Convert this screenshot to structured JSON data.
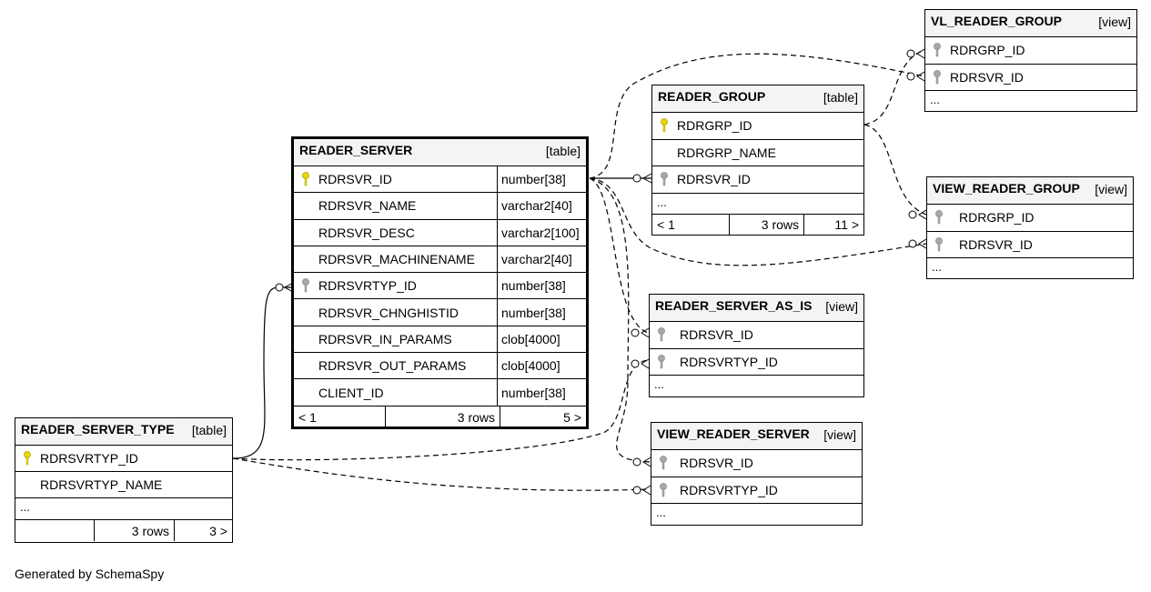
{
  "footer": "Generated by SchemaSpy",
  "tables": {
    "reader_server": {
      "name": "READER_SERVER",
      "kind": "[table]",
      "columns": [
        {
          "name": "RDRSVR_ID",
          "type": "number[38]",
          "key": "primary"
        },
        {
          "name": "RDRSVR_NAME",
          "type": "varchar2[40]",
          "key": "none"
        },
        {
          "name": "RDRSVR_DESC",
          "type": "varchar2[100]",
          "key": "none"
        },
        {
          "name": "RDRSVR_MACHINENAME",
          "type": "varchar2[40]",
          "key": "none"
        },
        {
          "name": "RDRSVRTYP_ID",
          "type": "number[38]",
          "key": "foreign"
        },
        {
          "name": "RDRSVR_CHNGHISTID",
          "type": "number[38]",
          "key": "none"
        },
        {
          "name": "RDRSVR_IN_PARAMS",
          "type": "clob[4000]",
          "key": "none"
        },
        {
          "name": "RDRSVR_OUT_PARAMS",
          "type": "clob[4000]",
          "key": "none"
        },
        {
          "name": "CLIENT_ID",
          "type": "number[38]",
          "key": "none"
        }
      ],
      "footer": {
        "left": "< 1",
        "mid": "3 rows",
        "right": "5 >"
      }
    },
    "reader_server_type": {
      "name": "READER_SERVER_TYPE",
      "kind": "[table]",
      "columns": [
        {
          "name": "RDRSVRTYP_ID",
          "key": "primary"
        },
        {
          "name": "RDRSVRTYP_NAME",
          "key": "none"
        }
      ],
      "ellipsis": "...",
      "footer": {
        "left": "",
        "mid": "3 rows",
        "right": "3 >"
      }
    },
    "reader_group": {
      "name": "READER_GROUP",
      "kind": "[table]",
      "columns": [
        {
          "name": "RDRGRP_ID",
          "key": "primary"
        },
        {
          "name": "RDRGRP_NAME",
          "key": "none"
        },
        {
          "name": "RDRSVR_ID",
          "key": "foreign"
        }
      ],
      "ellipsis": "...",
      "footer": {
        "left": "< 1",
        "mid": "3 rows",
        "right": "11 >"
      }
    },
    "vl_reader_group": {
      "name": "VL_READER_GROUP",
      "kind": "[view]",
      "columns": [
        {
          "name": "RDRGRP_ID",
          "key": "foreign"
        },
        {
          "name": "RDRSVR_ID",
          "key": "foreign"
        }
      ],
      "ellipsis": "..."
    },
    "view_reader_group": {
      "name": "VIEW_READER_GROUP",
      "kind": "[view]",
      "columns": [
        {
          "name": "RDRGRP_ID",
          "key": "foreign"
        },
        {
          "name": "RDRSVR_ID",
          "key": "foreign"
        }
      ],
      "ellipsis": "..."
    },
    "reader_server_as_is": {
      "name": "READER_SERVER_AS_IS",
      "kind": "[view]",
      "columns": [
        {
          "name": "RDRSVR_ID",
          "key": "foreign"
        },
        {
          "name": "RDRSVRTYP_ID",
          "key": "foreign"
        }
      ],
      "ellipsis": "..."
    },
    "view_reader_server": {
      "name": "VIEW_READER_SERVER",
      "kind": "[view]",
      "columns": [
        {
          "name": "RDRSVR_ID",
          "key": "foreign"
        },
        {
          "name": "RDRSVRTYP_ID",
          "key": "foreign"
        }
      ],
      "ellipsis": "..."
    }
  },
  "colors": {
    "primary_key": "#e8d800",
    "foreign_key": "#a8a8a8",
    "header_bg": "#f4f4f4",
    "line": "#000000"
  }
}
